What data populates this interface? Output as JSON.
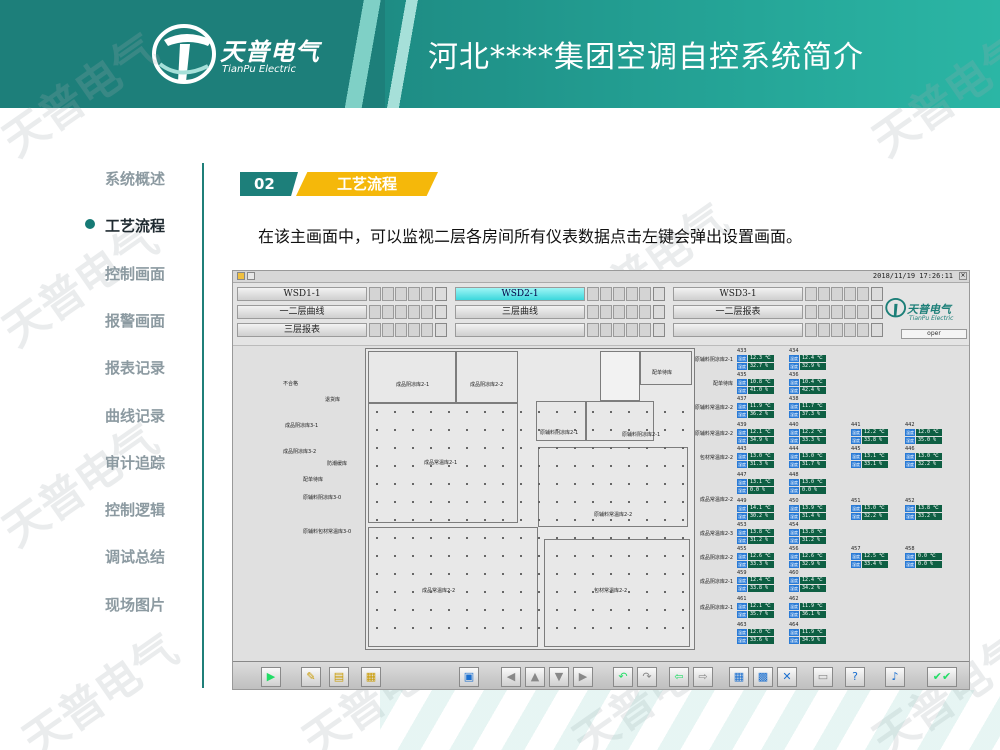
{
  "header": {
    "logo_text": "天普电气",
    "logo_sub": "TianPu Electric",
    "title": "河北****集团空调自控系统简介"
  },
  "sidebar": {
    "items": [
      {
        "label": "系统概述"
      },
      {
        "label": "工艺流程"
      },
      {
        "label": "控制画面"
      },
      {
        "label": "报警画面"
      },
      {
        "label": "报表记录"
      },
      {
        "label": "曲线记录"
      },
      {
        "label": "审计追踪"
      },
      {
        "label": "控制逻辑"
      },
      {
        "label": "调试总结"
      },
      {
        "label": "现场图片"
      }
    ],
    "active_index": 1
  },
  "section": {
    "number": "02",
    "label": "工艺流程",
    "description": "在该主画面中，可以监视二层各房间所有仪表数据点击左键会弹出设置画面。"
  },
  "scada": {
    "datetime": "2018/11/19 17:26:11",
    "nav_buttons": [
      {
        "label": "WSD1-1",
        "selected": false
      },
      {
        "label": "WSD2-1",
        "selected": true
      },
      {
        "label": "WSD3-1",
        "selected": false
      },
      {
        "label": "一二层曲线",
        "selected": false
      },
      {
        "label": "三层曲线",
        "selected": false
      },
      {
        "label": "一二层报表",
        "selected": false
      },
      {
        "label": "三层报表",
        "selected": false
      }
    ],
    "mini_logo": "天普电气",
    "mini_logo_sub": "TianPu Electric",
    "user": "oper",
    "left_labels": [
      "不合格",
      "退货库",
      "成品阴凉库3-1",
      "成品阴凉库3-2",
      "防潮缓库",
      "配单待库",
      "原辅料阴凉库3-0",
      "原辅料包材常温库3-0"
    ],
    "room_labels": [
      "成品阴凉库2-1",
      "成品阴凉库2-2",
      "配单待库",
      "成品常温库2-1",
      "原辅料阴凉库2-1",
      "原辅料阴凉库2-1",
      "原辅料常温库2-2",
      "成品常温库2-2",
      "包材常温库2-2"
    ],
    "meter_groups": [
      {
        "name": "原辅料阴凉库2-1"
      },
      {
        "name": "配单待库"
      },
      {
        "name": "原辅料常温库2-2"
      },
      {
        "name": "原辅料常温库2-2"
      },
      {
        "name": "包材常温库2-2"
      },
      {
        "name": "成品常温库2-2"
      },
      {
        "name": "成品常温库2-3"
      },
      {
        "name": "成品阴凉库2-2"
      },
      {
        "name": "成品阴凉库2-1"
      },
      {
        "name": "成品阴凉库2-1"
      }
    ],
    "meters": [
      {
        "id": "433",
        "t": "12.3 ℃",
        "h": "32.7 %"
      },
      {
        "id": "434",
        "t": "12.4 ℃",
        "h": "32.9 %"
      },
      {
        "id": "435",
        "t": "10.8 ℃",
        "h": "41.0 %"
      },
      {
        "id": "436",
        "t": "10.4 ℃",
        "h": "42.4 %"
      },
      {
        "id": "437",
        "t": "11.9 ℃",
        "h": "36.2 %"
      },
      {
        "id": "438",
        "t": "11.7 ℃",
        "h": "37.3 %"
      },
      {
        "id": "439",
        "t": "12.1 ℃",
        "h": "34.9 %"
      },
      {
        "id": "440",
        "t": "12.2 ℃",
        "h": "33.3 %"
      },
      {
        "id": "441",
        "t": "12.2 ℃",
        "h": "33.8 %"
      },
      {
        "id": "442",
        "t": "12.0 ℃",
        "h": "35.0 %"
      },
      {
        "id": "443",
        "t": "13.0 ℃",
        "h": "31.3 %"
      },
      {
        "id": "444",
        "t": "13.0 ℃",
        "h": "31.7 %"
      },
      {
        "id": "445",
        "t": "13.1 ℃",
        "h": "33.1 %"
      },
      {
        "id": "446",
        "t": "13.0 ℃",
        "h": "32.2 %"
      },
      {
        "id": "447",
        "t": "13.1 ℃",
        "h": "0.0 %"
      },
      {
        "id": "448",
        "t": "13.0 ℃",
        "h": "0.0 %"
      },
      {
        "id": "449",
        "t": "14.1 ℃",
        "h": "30.2 %"
      },
      {
        "id": "450",
        "t": "13.9 ℃",
        "h": "31.4 %"
      },
      {
        "id": "451",
        "t": "13.0 ℃",
        "h": "32.2 %"
      },
      {
        "id": "452",
        "t": "13.8 ℃",
        "h": "33.2 %"
      },
      {
        "id": "453",
        "t": "13.8 ℃",
        "h": "31.2 %"
      },
      {
        "id": "454",
        "t": "13.8 ℃",
        "h": "31.2 %"
      },
      {
        "id": "455",
        "t": "12.6 ℃",
        "h": "33.3 %"
      },
      {
        "id": "456",
        "t": "12.6 ℃",
        "h": "32.9 %"
      },
      {
        "id": "457",
        "t": "12.5 ℃",
        "h": "33.4 %"
      },
      {
        "id": "458",
        "t": "0.0 ℃",
        "h": "0.0 %"
      },
      {
        "id": "459",
        "t": "12.4 ℃",
        "h": "33.8 %"
      },
      {
        "id": "460",
        "t": "12.4 ℃",
        "h": "34.2 %"
      },
      {
        "id": "461",
        "t": "12.1 ℃",
        "h": "35.7 %"
      },
      {
        "id": "462",
        "t": "11.9 ℃",
        "h": "36.1 %"
      },
      {
        "id": "463",
        "t": "12.0 ℃",
        "h": "33.6 %"
      },
      {
        "id": "464",
        "t": "11.9 ℃",
        "h": "34.9 %"
      }
    ],
    "tag_temp": "温度",
    "tag_hum": "湿度"
  }
}
